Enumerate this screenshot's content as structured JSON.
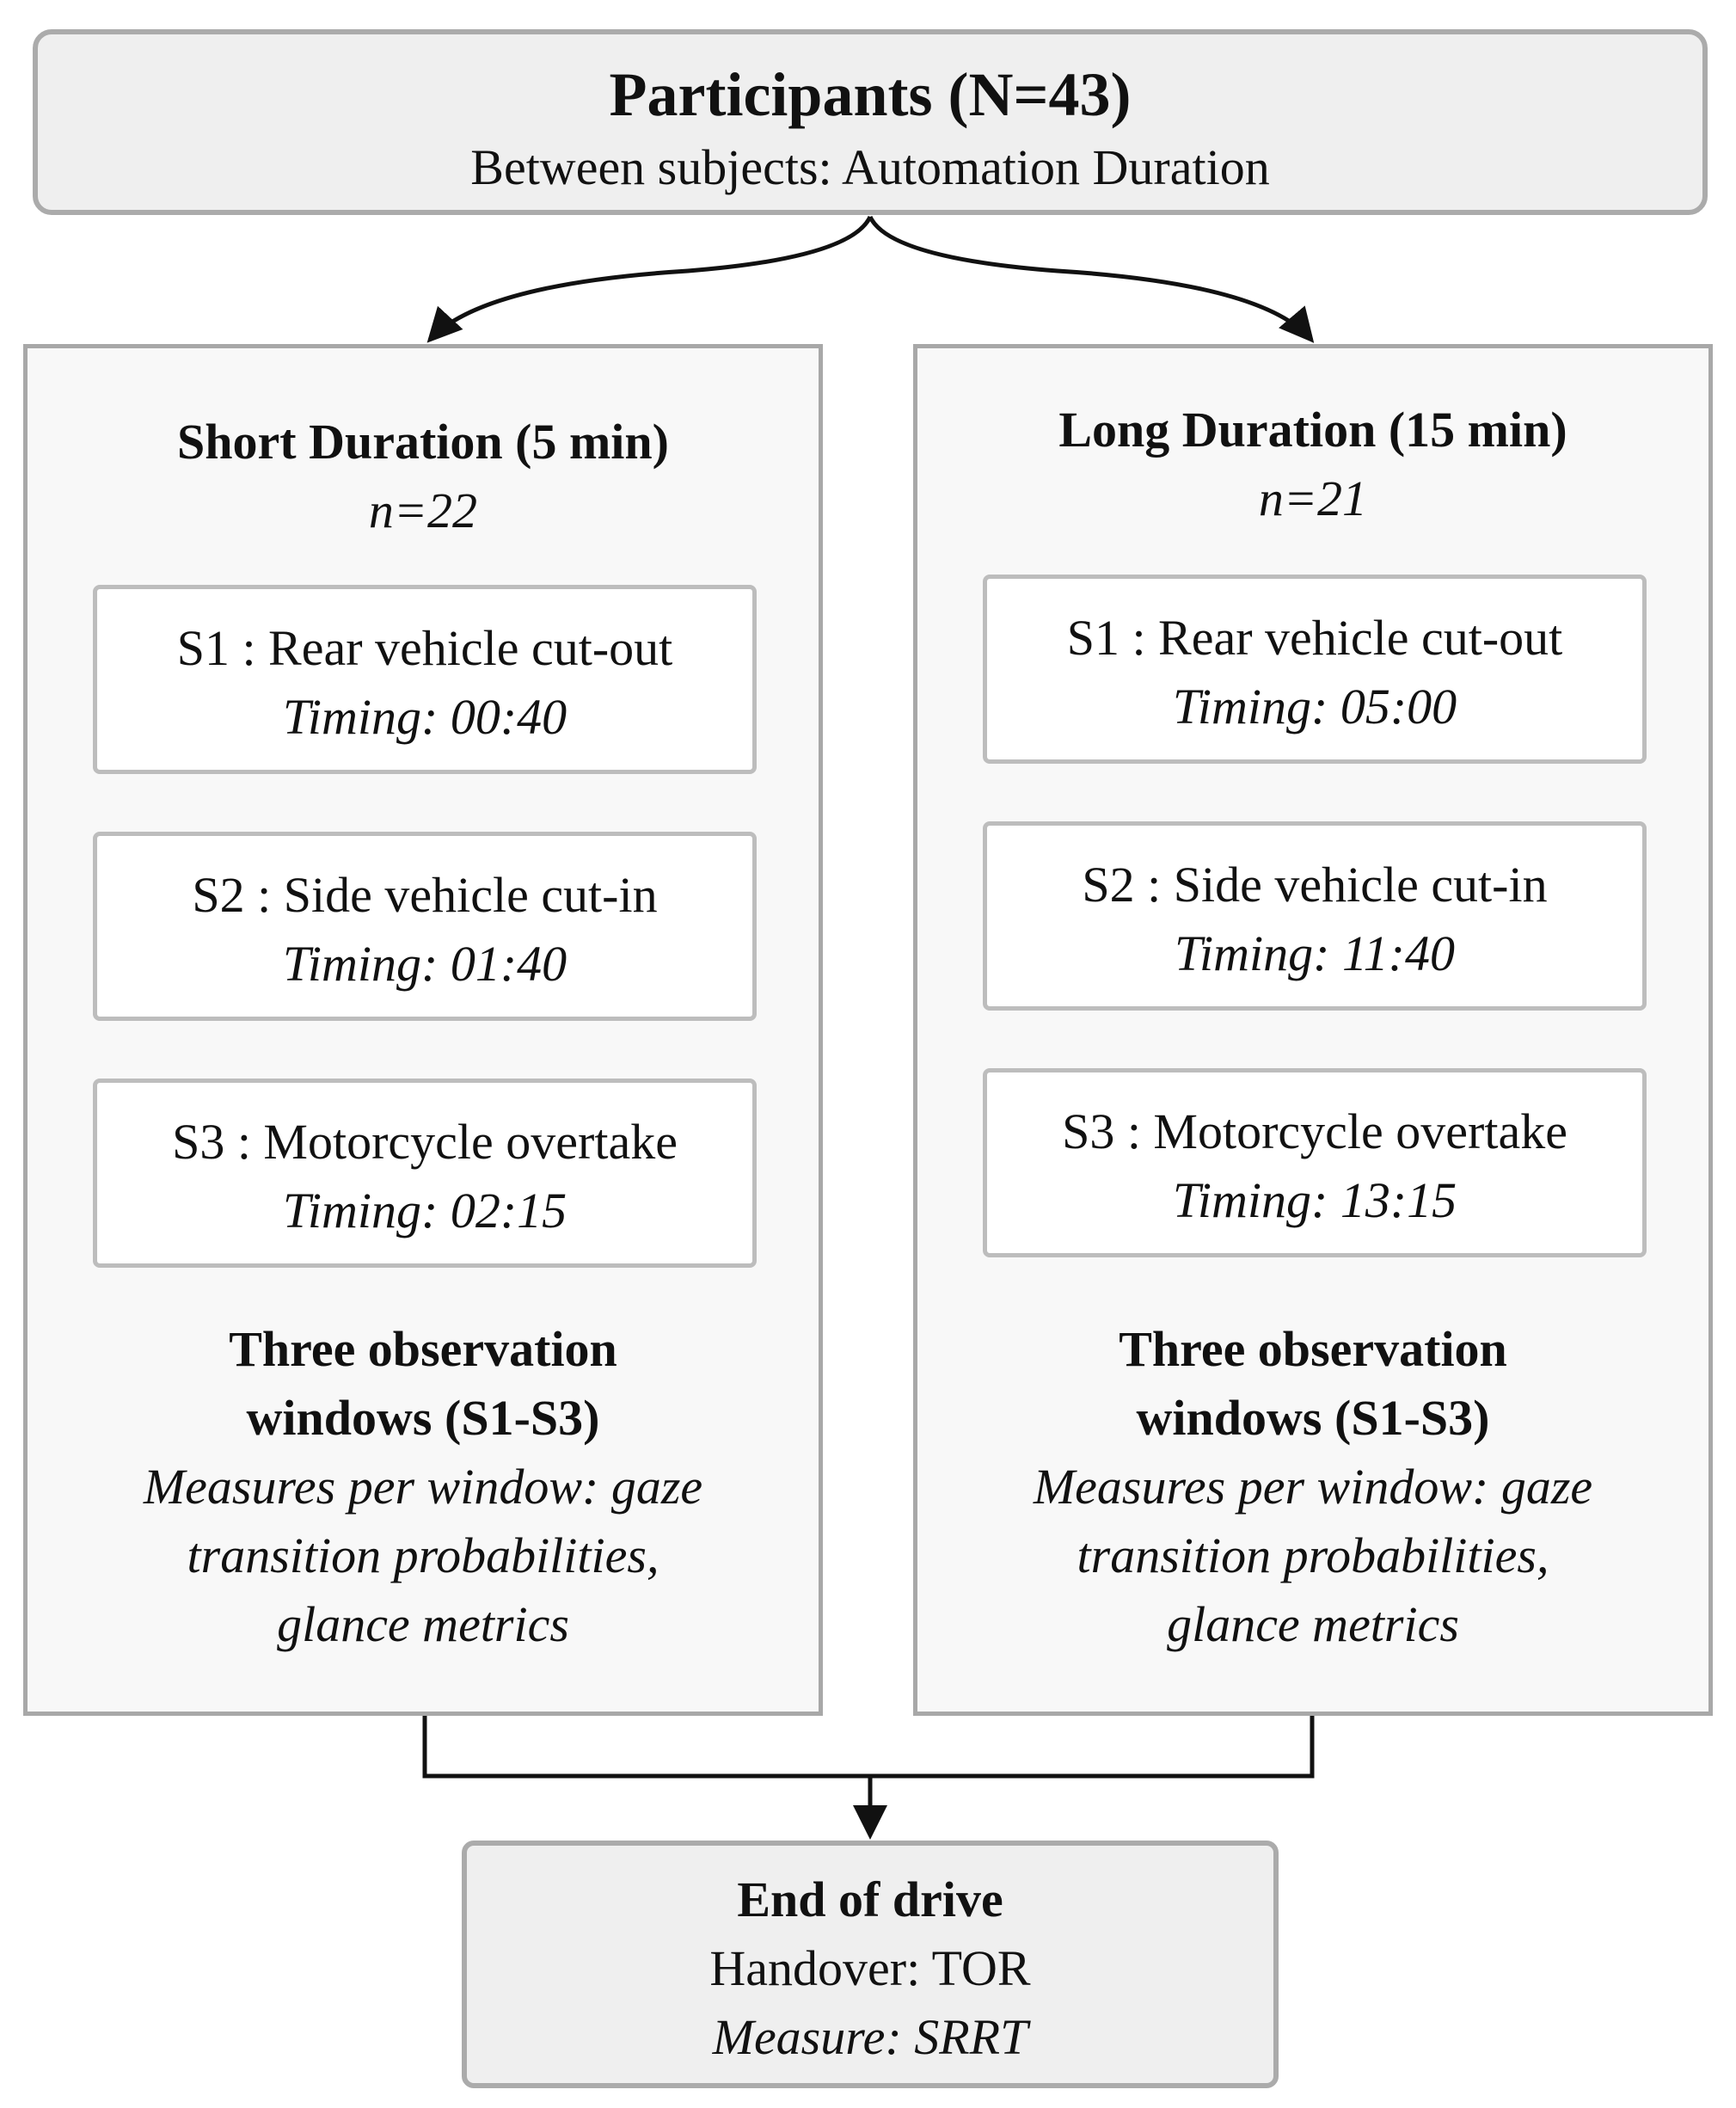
{
  "participants": {
    "title": "Participants (N=43)",
    "subtitle": "Between subjects: Automation Duration"
  },
  "groups": [
    {
      "title": "Short Duration (5 min)",
      "n": "n=22",
      "scenarios": [
        {
          "label": "S1 : Rear vehicle cut-out",
          "timing": "Timing: 00:40"
        },
        {
          "label": "S2 : Side vehicle cut-in",
          "timing": "Timing: 01:40"
        },
        {
          "label": "S3 : Motorcycle overtake",
          "timing": "Timing: 02:15"
        }
      ],
      "windows_line1": "Three observation",
      "windows_line2": "windows (S1-S3)",
      "measures_line1": "Measures per window: gaze",
      "measures_line2": "transition probabilities,",
      "measures_line3": "glance metrics"
    },
    {
      "title": "Long Duration (15 min)",
      "n": "n=21",
      "scenarios": [
        {
          "label": "S1 : Rear vehicle cut-out",
          "timing": "Timing: 05:00"
        },
        {
          "label": "S2 : Side vehicle cut-in",
          "timing": "Timing: 11:40"
        },
        {
          "label": "S3 : Motorcycle overtake",
          "timing": "Timing: 13:15"
        }
      ],
      "windows_line1": "Three observation",
      "windows_line2": "windows (S1-S3)",
      "measures_line1": "Measures per window: gaze",
      "measures_line2": "transition probabilities,",
      "measures_line3": "glance metrics"
    }
  ],
  "end": {
    "title": "End of drive",
    "handover": "Handover: TOR",
    "measure": "Measure: SRRT"
  },
  "colors": {
    "box_fill": "#efefef",
    "group_fill": "#f8f8f8",
    "border": "#ababab",
    "line": "#111111"
  }
}
